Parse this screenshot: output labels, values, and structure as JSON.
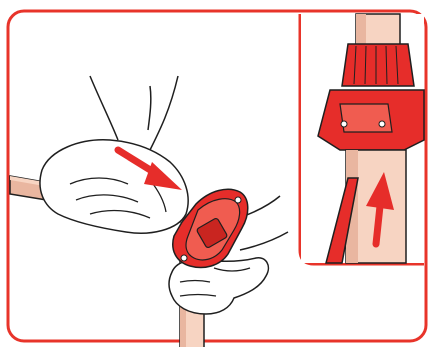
{
  "figure": {
    "frame_color": "#e8342a",
    "accent_color": "#e62d2a",
    "pole_fill_color": "#f7d4c2",
    "pole_shadow_color": "#e9b6a0",
    "skin_fill_color": "#ffffff",
    "outline_color": "#1f1f1f"
  },
  "panels": {
    "main": {
      "illustration": "hand-pressing-clamp-onto-pole"
    },
    "inset": {
      "illustration": "clamp-slid-up-pole"
    }
  },
  "arrows": {
    "main": {
      "direction": "down-right"
    },
    "inset": {
      "direction": "up"
    }
  },
  "icons": [
    "arrow-down-right-icon",
    "arrow-up-icon",
    "clamp-icon"
  ]
}
